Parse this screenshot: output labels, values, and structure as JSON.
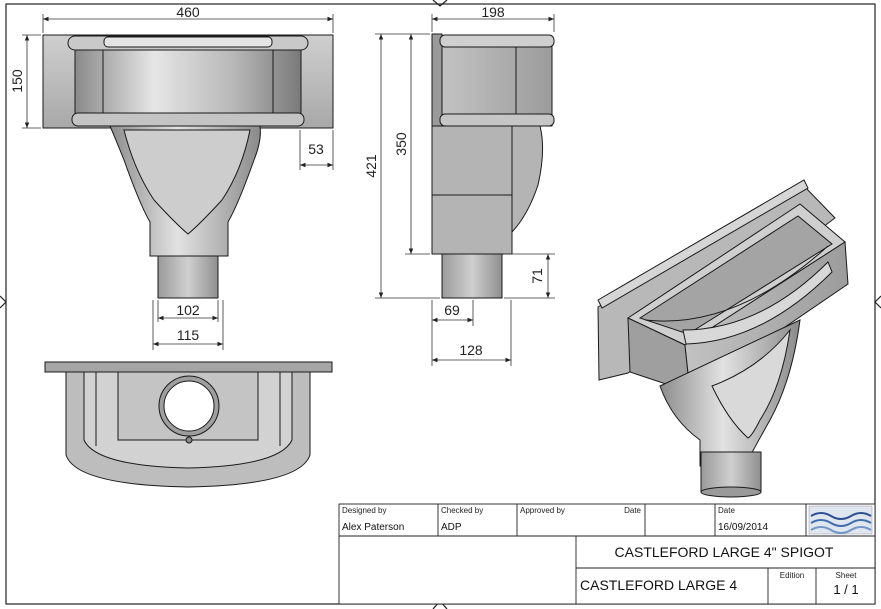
{
  "dimensions": {
    "front_width": "460",
    "front_flange_height": "150",
    "front_flange_offset": "53",
    "front_spigot_inner": "102",
    "front_spigot_outer": "115",
    "side_depth": "198",
    "side_total_height": "421",
    "side_body_height": "350",
    "side_spigot_length": "71",
    "side_spigot_offset": "69",
    "side_spigot_span": "128"
  },
  "title_block": {
    "designed_by_label": "Designed by",
    "designed_by_value": "Alex Paterson",
    "checked_by_label": "Checked by",
    "checked_by_value": "ADP",
    "approved_by_label": "Approved by",
    "date_label_1": "Date",
    "date_label_2": "Date",
    "date_value": "16/09/2014",
    "title": "CASTLEFORD LARGE 4\" SPIGOT",
    "drawing_name": "CASTLEFORD LARGE 4",
    "edition_label": "Edition",
    "sheet_label": "Sheet",
    "sheet_value": "1 / 1"
  },
  "colors": {
    "part_fill": "#b9b9b9",
    "part_light": "#dcdcdc",
    "part_dark": "#7c7c7c",
    "line": "#1a1a1a",
    "logo_blue": "#2e4f8f"
  }
}
